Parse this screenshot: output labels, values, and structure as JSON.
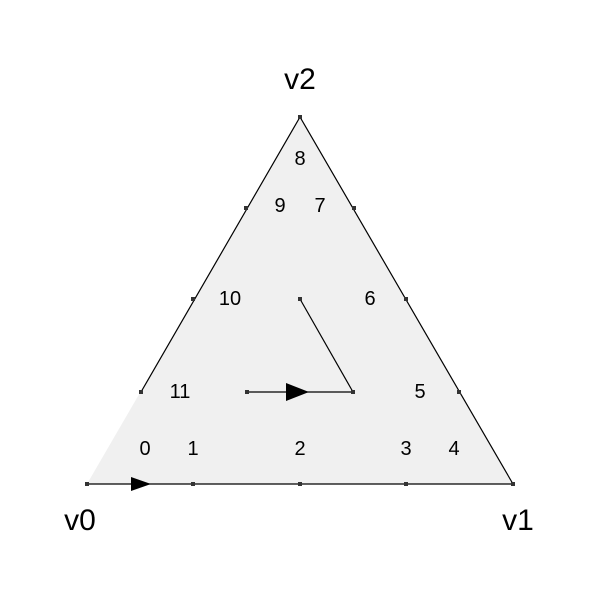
{
  "vertices": {
    "v0": "v0",
    "v1": "v1",
    "v2": "v2"
  },
  "node_labels": [
    "0",
    "1",
    "2",
    "3",
    "4",
    "5",
    "6",
    "7",
    "8",
    "9",
    "10",
    "11"
  ],
  "colors": {
    "fill": "#f0f0f0",
    "stroke": "#000000",
    "marker": "#333333"
  }
}
